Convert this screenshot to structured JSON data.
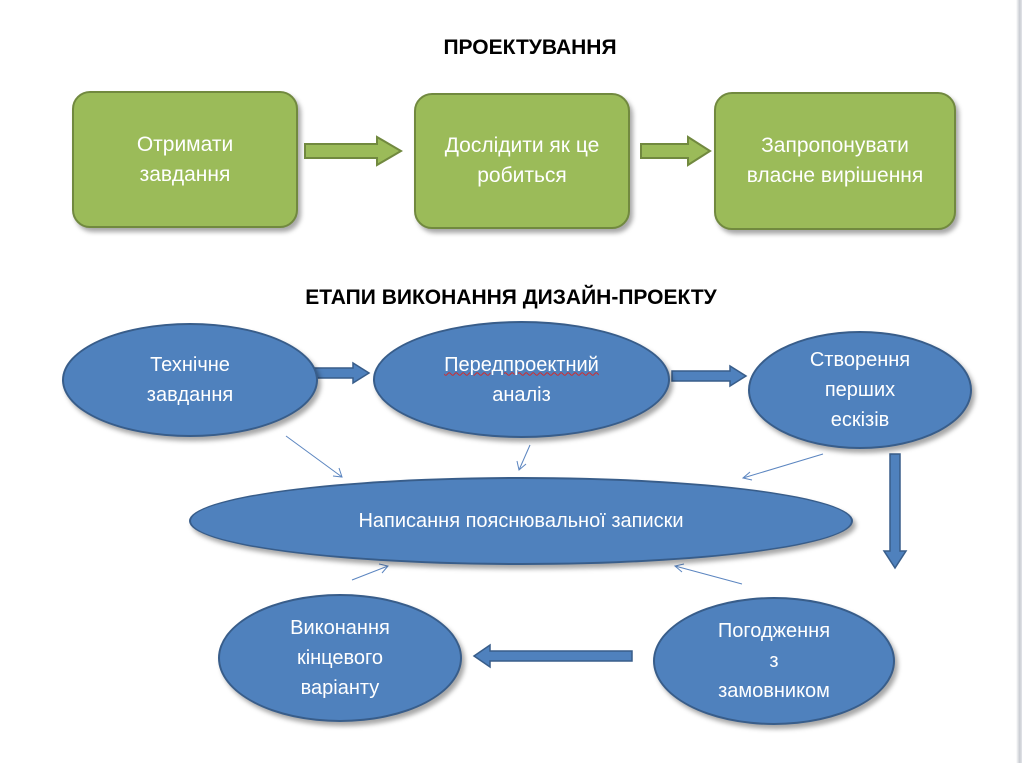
{
  "headings": {
    "top": "ПРОЕКТУВАННЯ",
    "bottom": "ЕТАПИ ВИКОНАННЯ ДИЗАЙН-ПРОЕКТУ"
  },
  "design_steps": [
    {
      "line1": "Отримати",
      "line2": "завдання"
    },
    {
      "line1": "Дослідити як це",
      "line2": "робиться"
    },
    {
      "line1": "Запропонувати",
      "line2": "власне вирішення"
    }
  ],
  "project_stages": {
    "technical_task": {
      "line1": "Технічне",
      "line2": "завдання"
    },
    "preproject_analysis": {
      "line1": "Передпроектний",
      "line2": "аналіз"
    },
    "first_sketches": {
      "line1": "Створення",
      "line2": "перших",
      "line3": "ескізів"
    },
    "explanatory_note": {
      "line1": "Написання пояснювальної записки"
    },
    "client_approval": {
      "line1": "Погодження",
      "line2": "з",
      "line3": "замовником"
    },
    "final_version": {
      "line1": "Виконання",
      "line2": "кінцевого",
      "line3": "варіанту"
    }
  },
  "colors": {
    "green_fill": "#9bbb59",
    "green_border": "#71893f",
    "blue_fill": "#4f81bd",
    "blue_border": "#385d8a"
  }
}
